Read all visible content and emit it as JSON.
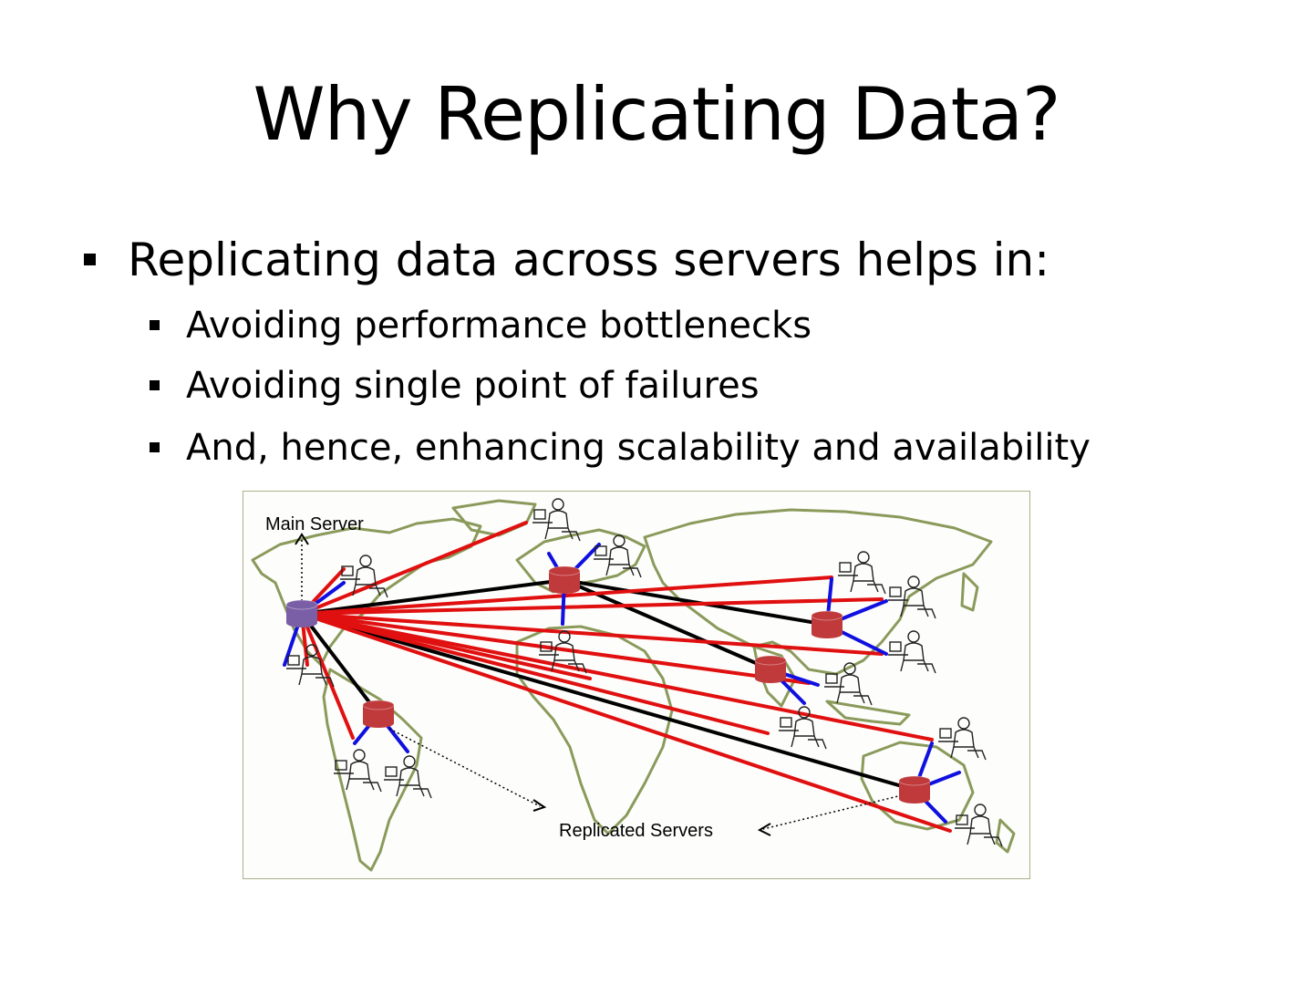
{
  "slide": {
    "title": "Why Replicating Data?",
    "bullets": [
      {
        "level": 1,
        "text": "Replicating data across servers helps in:"
      },
      {
        "level": 2,
        "text": "Avoiding performance bottlenecks"
      },
      {
        "level": 2,
        "text": "Avoiding single point of failures"
      },
      {
        "level": 2,
        "text": "And, hence, enhancing scalability and availability"
      }
    ]
  },
  "diagram": {
    "main_server_label": "Main Server",
    "replicated_servers_label": "Replicated Servers",
    "colors": {
      "map_outline": "#8a9a5b",
      "client_link": "#e01010",
      "server_link": "#000000",
      "local_link": "#1010e0",
      "main_server": "#7b5fa6",
      "replica_server": "#c0393b"
    },
    "icons": [
      "world-map",
      "server-database-icon",
      "user-at-computer-icon"
    ]
  }
}
